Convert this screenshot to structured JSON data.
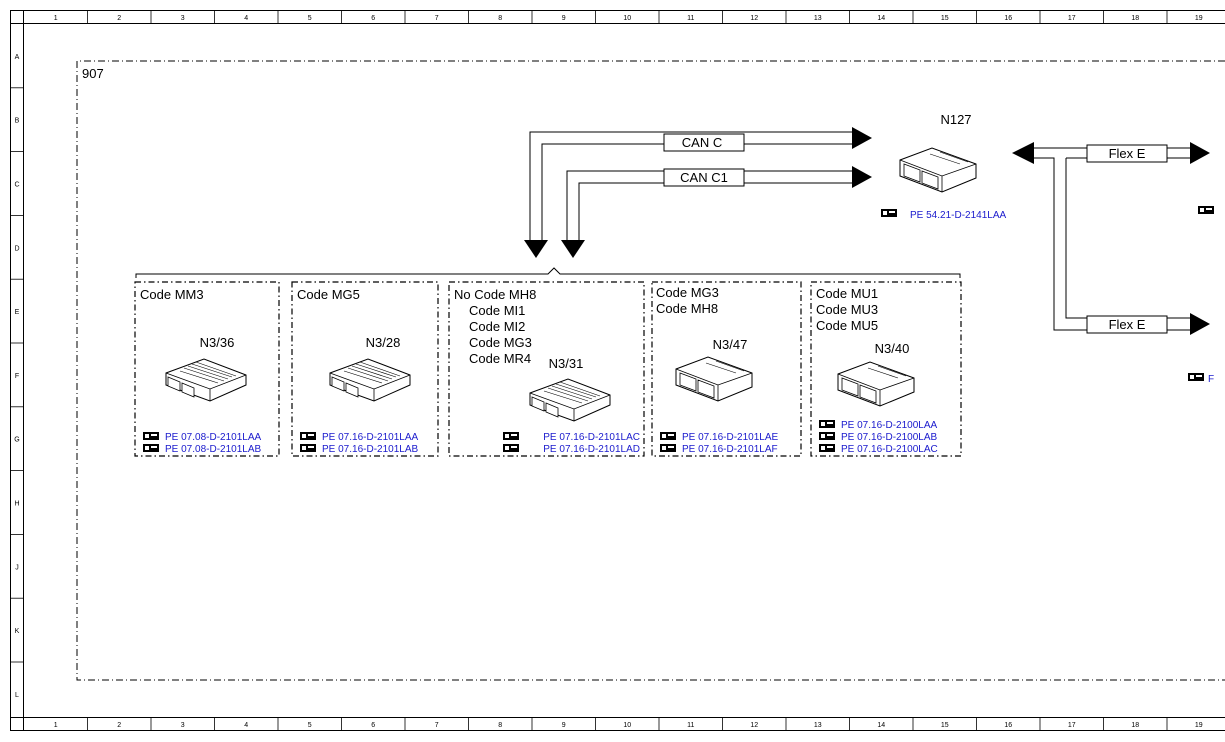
{
  "diagram": {
    "region_label": "907",
    "grid_columns": [
      "1",
      "2",
      "3",
      "4",
      "5",
      "6",
      "7",
      "8",
      "9",
      "10",
      "11",
      "12",
      "13",
      "14",
      "15",
      "16",
      "17",
      "18",
      "19"
    ],
    "grid_rows": [
      "A",
      "B",
      "C",
      "D",
      "E",
      "F",
      "G",
      "H",
      "J",
      "K",
      "L"
    ],
    "bus_can_c": "CAN C",
    "bus_can_c1": "CAN C1",
    "bus_flex_e_top": "Flex E",
    "bus_flex_e_bottom": "Flex E",
    "n127": {
      "label": "N127",
      "ref": "PE 54.21-D-2141LAA"
    },
    "modules": [
      {
        "codes": [
          "Code MM3"
        ],
        "label": "N3/36",
        "refs": [
          "PE 07.08-D-2101LAA",
          "PE 07.08-D-2101LAB"
        ]
      },
      {
        "codes": [
          "Code MG5"
        ],
        "label": "N3/28",
        "refs": [
          "PE 07.16-D-2101LAA",
          "PE 07.16-D-2101LAB"
        ]
      },
      {
        "codes": [
          "No  Code MH8",
          "Code MI1",
          "Code MI2",
          "Code MG3",
          "Code MR4"
        ],
        "label": "N3/31",
        "refs": [
          "PE 07.16-D-2101LAC",
          "PE 07.16-D-2101LAD"
        ]
      },
      {
        "codes": [
          "Code MG3",
          "Code MH8"
        ],
        "label": "N3/47",
        "refs": [
          "PE 07.16-D-2101LAE",
          "PE 07.16-D-2101LAF"
        ]
      },
      {
        "codes": [
          "Code MU1",
          "Code MU3",
          "Code MU5"
        ],
        "label": "N3/40",
        "refs": [
          "PE 07.16-D-2100LAA",
          "PE 07.16-D-2100LAB",
          "PE 07.16-D-2100LAC"
        ]
      }
    ],
    "cut_ref_bottom": "F"
  }
}
